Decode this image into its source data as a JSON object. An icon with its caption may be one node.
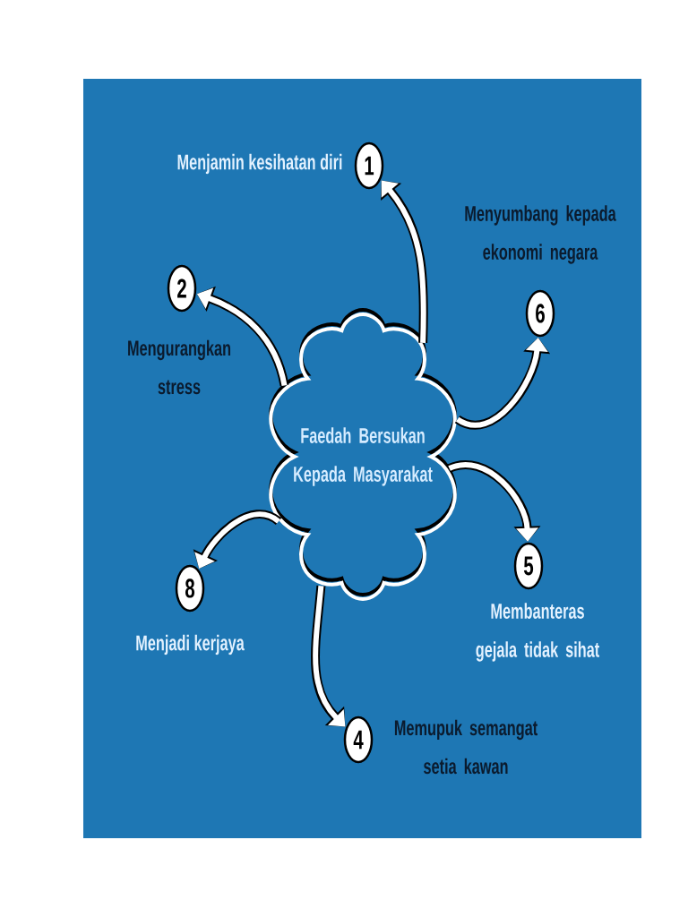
{
  "diagram": {
    "nodes": [
      {
        "text": [
          "Faedah Bersukan Kepada Masyarakat"
        ]
      },
      {
        "text": [
          "1"
        ],
        "beside": [
          "Menjamin kesihatan diri"
        ]
      },
      {
        "text": [
          "2"
        ],
        "beside": [
          "Mengurangkan stress"
        ]
      },
      {
        "text": [
          "6"
        ],
        "beside": [
          "Menyumbang kepada ekonomi negara"
        ]
      },
      {
        "text": [
          "5"
        ],
        "beside": [
          "Membanteras gejala tidak sihat"
        ]
      },
      {
        "text": [
          "8"
        ],
        "beside": [
          "Menjadi kerjaya"
        ]
      },
      {
        "text": [
          "4"
        ],
        "beside": [
          "Memupuk semangat setia kawan"
        ]
      }
    ],
    "edges": [
      {
        "from": 0,
        "to": 1,
        "arrow": "to"
      },
      {
        "from": 0,
        "to": 2,
        "arrow": "to"
      },
      {
        "from": 0,
        "to": 3,
        "arrow": "to"
      },
      {
        "from": 0,
        "to": 4,
        "arrow": "to"
      },
      {
        "from": 0,
        "to": 5,
        "arrow": "to"
      },
      {
        "from": 0,
        "to": 6,
        "arrow": "to"
      }
    ]
  }
}
